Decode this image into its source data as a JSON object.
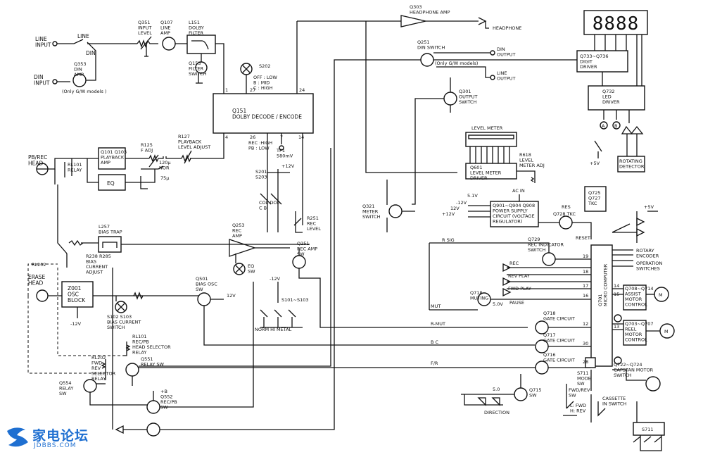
{
  "digits": "8888",
  "labels": {
    "line_input": "LINE\nINPUT",
    "din_input": "DIN\nINPUT",
    "line": "LINE",
    "din": "DIN",
    "q353": "Q353\nDIN\nAMP",
    "only_gw_1": "(Only G/W models )",
    "q351": "Q351\nINPUT\nLEVEL",
    "q107": "Q107\nLINE\nAMP",
    "l151": "L151\nDOLBY\nFILTER",
    "q153": "Q153\nFILTER\nSWITCH",
    "s202": "S202",
    "s202_modes": "OFF : LOW\nB : MID\nC : HIGH",
    "q151": "Q151\nDOLBY DECODE / ENCODE",
    "pin1": "1",
    "pin27": "27",
    "pin24": "24",
    "pin4": "4",
    "pin26": "26",
    "pin7": "7",
    "pin14": "14",
    "rec_pb": "REC :HIGH\nPB : LOW",
    "tp1": "TP1\n580mV",
    "r127": "R127\nPLAYBACK\nLEVEL ADJUST",
    "r125": "R125\nF ADJ",
    "nor_120": "120μ\nNOR",
    "us75": "75μ",
    "pb_rec_head": "PB/REC\nHEAD",
    "rl101": "RL101\nRELAY",
    "q101": "Q101 Q103\nPLAYBACK\nAMP",
    "eq": "EQ",
    "s201": "S201\nS203",
    "v12a": "+12V",
    "col_dol": "COL DOL\nC      B",
    "r251": "R251\nREC\nLEVEL",
    "l257": "L257\nBIAS TRAP",
    "r238": "R238 R285\nBIAS\nCURRENT\nADJUST",
    "rl202a": "RL202",
    "q253": "Q253\nREC\nAMP",
    "eq_sw": "EQ\nSW",
    "q251": "Q251\nREC AMP\nSW",
    "erase_head": "ERASE\nHEAD",
    "z001": "Z001\nOSC\nBLOCK",
    "m12a": "-12V",
    "s102": "S102 S103\nBIAS CURRENT\nSWITCH",
    "q501": "Q501\nBIAS OSC\nSW",
    "v12b": "12V",
    "m12b": "-12V",
    "s101": "S101~S103",
    "norm_hi_metal": "NORM  HI   METAL",
    "rl101b": "RL101\nREC/PB\nHEAD SELECTOR\nRELAY",
    "rl202b": "RL202\nFWD\nREV\nSELECTOR\nRELAY",
    "q551": "Q551\nRELAY SW",
    "q554": "Q554\nRELAY\nSW",
    "q552": "+B\nQ552\nREC/PB\nSW",
    "q303": "Q303\nHEADPHONE AMP",
    "headphone": "HEADPHONE",
    "q251b": "Q251\nDIN SWITCH",
    "only_gw_2": "(Only G/W models)",
    "din_output": "DIN\nOUTPUT",
    "line_output": "LINE\nOUTPUT",
    "q301": "Q301\nOUTPUT\nSWITCH",
    "level_meter": "LEVEL METER",
    "r618": "R618\nLEVEL\nMETER ADJ",
    "q601": "Q601\nLEVEL METER\nDRIVER",
    "q321": "Q321\nMETER\nSWITCH",
    "ac_in": "AC IN",
    "power": "Q901~Q904 Q908\nPOWER SUPPLY\nCIRCUIT (VOLTAGE\nREGULATOR)",
    "v5": "5.1V",
    "vm12": "-12V",
    "v12c": "12V",
    "v12d": "+12V",
    "res": "RES",
    "q725": "Q725\nQ727\nTKC",
    "q728": "Q728 TKC",
    "q733": "Q733~Q736\nDIGIT\nDRIVER",
    "q732": "Q732\nLED\nDRIVER",
    "circ_a": "A",
    "circ_b": "B",
    "plus5": "+5V",
    "rotating": "ROTATING\nDETECTOR",
    "plus5b": "+5V",
    "reset": "RESET",
    "rotary": "ROTARY\nENCODER",
    "operation": "OPERATION\nSWITCHES",
    "q701": "Q701\nMICRO COMPUTER",
    "r_sig": "R SIG",
    "q729": "Q729\nREC INDICATOR\nSWITCH",
    "rec": "REC",
    "rev_play": "REV PLAY",
    "fwd_play": "FWD PLAY",
    "pause": "PAUSE",
    "q718a": "Q718\nMUTING",
    "v50": "5.0V",
    "mut": "MUT",
    "r_mut": "R-MUT",
    "bc": "B C",
    "fr": "F/R",
    "q718": "Q718\nGATE CIRCUIT",
    "q717": "Q717\nGATE CIRCUIT",
    "q716": "Q716\nGATE CIRCUIT",
    "p19": "19",
    "p18": "18",
    "p17": "17",
    "p16": "16",
    "p12": "12",
    "p30": "30",
    "p28": "28",
    "p14": "14",
    "p15": "15",
    "p13": "13",
    "q708": "Q708~Q714\nASSIST\nMOTOR\nCONTROL",
    "q703": "Q703~Q707\nREEL\nMOTOR\nCONTROL",
    "m": "M",
    "s711a": "S711\nMODE\nSW",
    "q722": "Q722~Q724\nCAPSTAN MOTOR\nSWITCH",
    "fwd_rev": "FWD/REV\nSW",
    "lfwd": "L: FWD\nH: REV",
    "cassette": "CASSETTE\nIN SWITCH",
    "q715": "Q715\nSW",
    "v50b": "5.0",
    "direction": "DIRECTION",
    "s711b": "S711"
  },
  "logo": {
    "name": "家电论坛",
    "url": "JDBBS.COM"
  }
}
